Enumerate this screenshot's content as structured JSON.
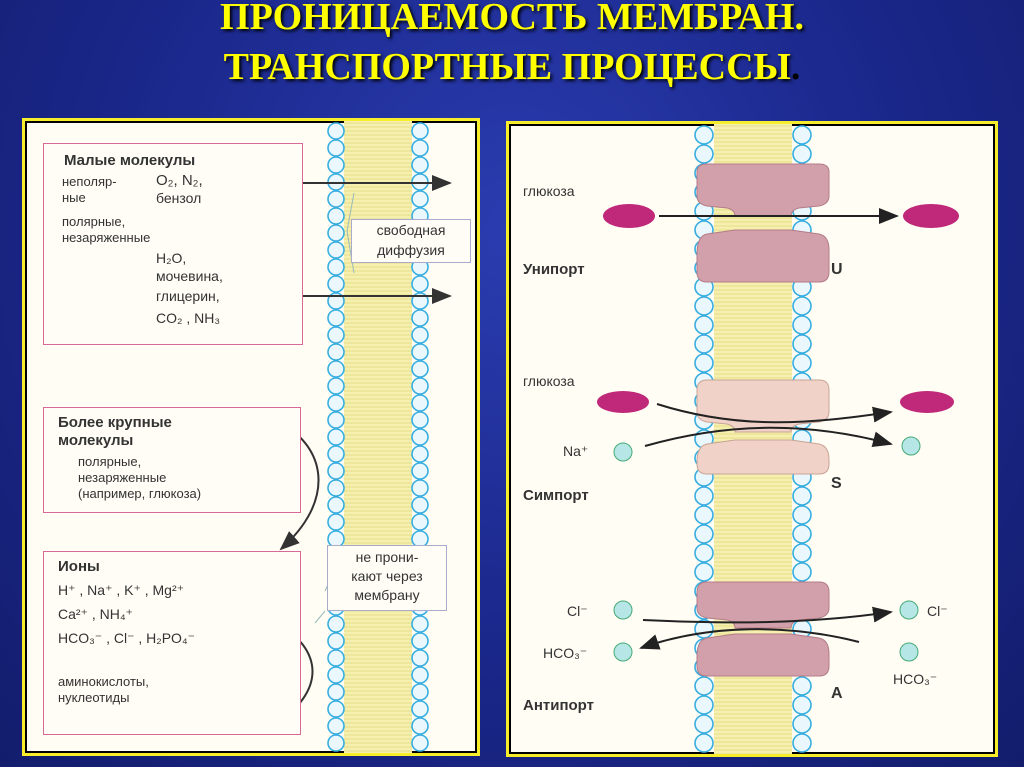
{
  "title": {
    "line1": "ПРОНИЦАЕМОСТЬ МЕМБРАН.",
    "line2": "ТРАНСПОРТНЫЕ ПРОЦЕССЫ",
    "dot": "."
  },
  "left": {
    "small": {
      "heading": "Малые молекулы",
      "nonpolar_label_1": "неполяр-",
      "nonpolar_label_2": "ные",
      "nonpolar_items_1": "O₂, N₂,",
      "nonpolar_items_2": "бензол",
      "polar_label_1": "полярные,",
      "polar_label_2": "незаряженные",
      "polar_items": [
        "H₂O,",
        "мочевина,",
        "глицерин,",
        "CO₂ , NH₃"
      ]
    },
    "free_diffusion": [
      "свободная",
      "диффузия"
    ],
    "large": {
      "heading": [
        "Более крупные",
        "молекулы"
      ],
      "lines": [
        "полярные,",
        "незаряженные",
        "(например, глюкоза)"
      ]
    },
    "ions": {
      "heading": "Ионы",
      "lines": [
        "H⁺ , Na⁺ , K⁺ , Mg²⁺",
        "Ca²⁺ , NH₄⁺",
        "HCO₃⁻ , Cl⁻ , H₂PO₄⁻",
        "аминокислоты,",
        "нуклеотиды"
      ]
    },
    "impermeable": [
      "не прони-",
      "кают через",
      "мембрану"
    ]
  },
  "right": {
    "uniport": {
      "substance": "глюкоза",
      "name": "Унипорт",
      "letter": "U"
    },
    "symport": {
      "substance": "глюкоза",
      "ion": "Na⁺",
      "name": "Симпорт",
      "letter": "S"
    },
    "antiport": {
      "ion_in": "Cl⁻",
      "ion_out": "HCO₃⁻",
      "name": "Антипорт",
      "letter": "A"
    }
  },
  "colors": {
    "background": "#1c2a8c",
    "title": "#ffff00",
    "panel_border": "#f6ee2a",
    "lipid_head": "#38aee0",
    "lipid_tail": "#f4ec9c",
    "protein": "#d89aa2",
    "glucose": "#c0287a",
    "box_border": "#d86a9a"
  }
}
